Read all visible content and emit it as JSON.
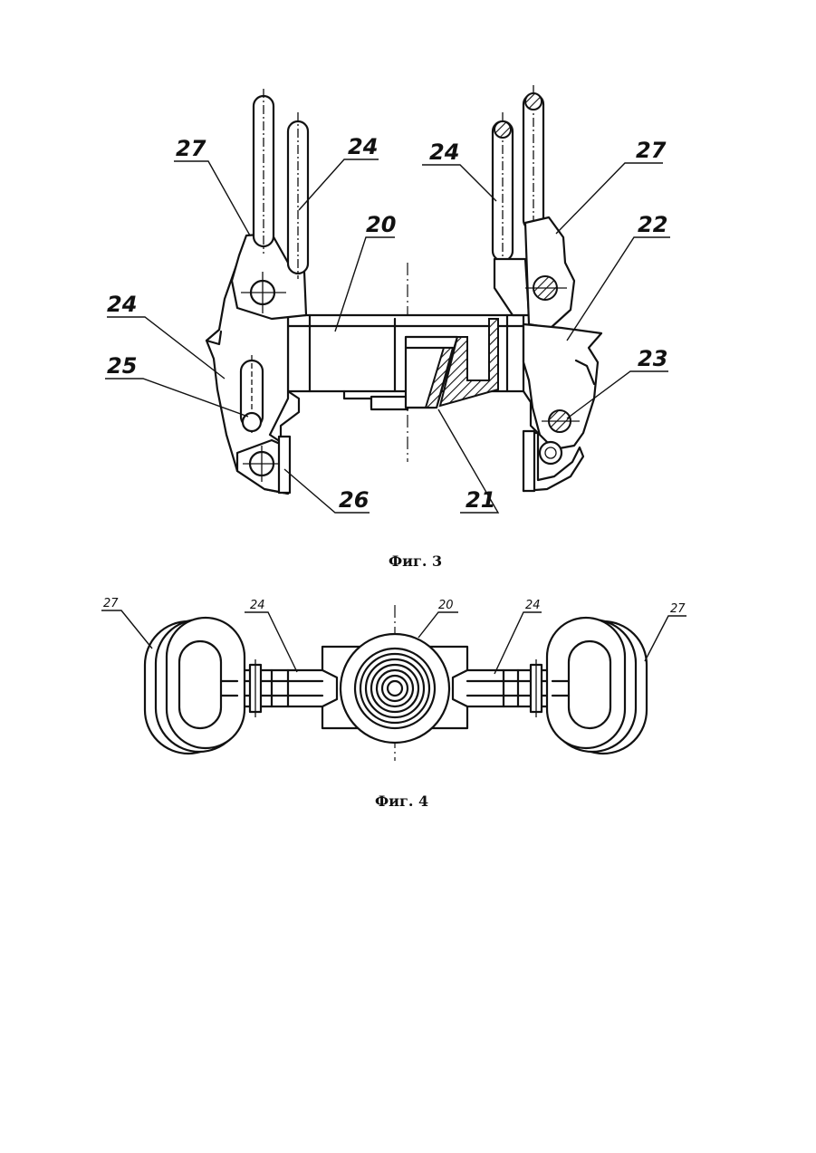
{
  "figure3": {
    "caption": "Фиг. 3",
    "labels": {
      "l27a": "27",
      "l24a": "24",
      "l20": "20",
      "l24b": "24",
      "l27b": "27",
      "l22": "22",
      "l24c": "24",
      "l25": "25",
      "l23": "23",
      "l26": "26",
      "l21": "21"
    }
  },
  "figure4": {
    "caption": "Фиг. 4",
    "labels": {
      "l27a": "27",
      "l24a": "24",
      "l20": "20",
      "l24b": "24",
      "l27b": "27"
    }
  }
}
